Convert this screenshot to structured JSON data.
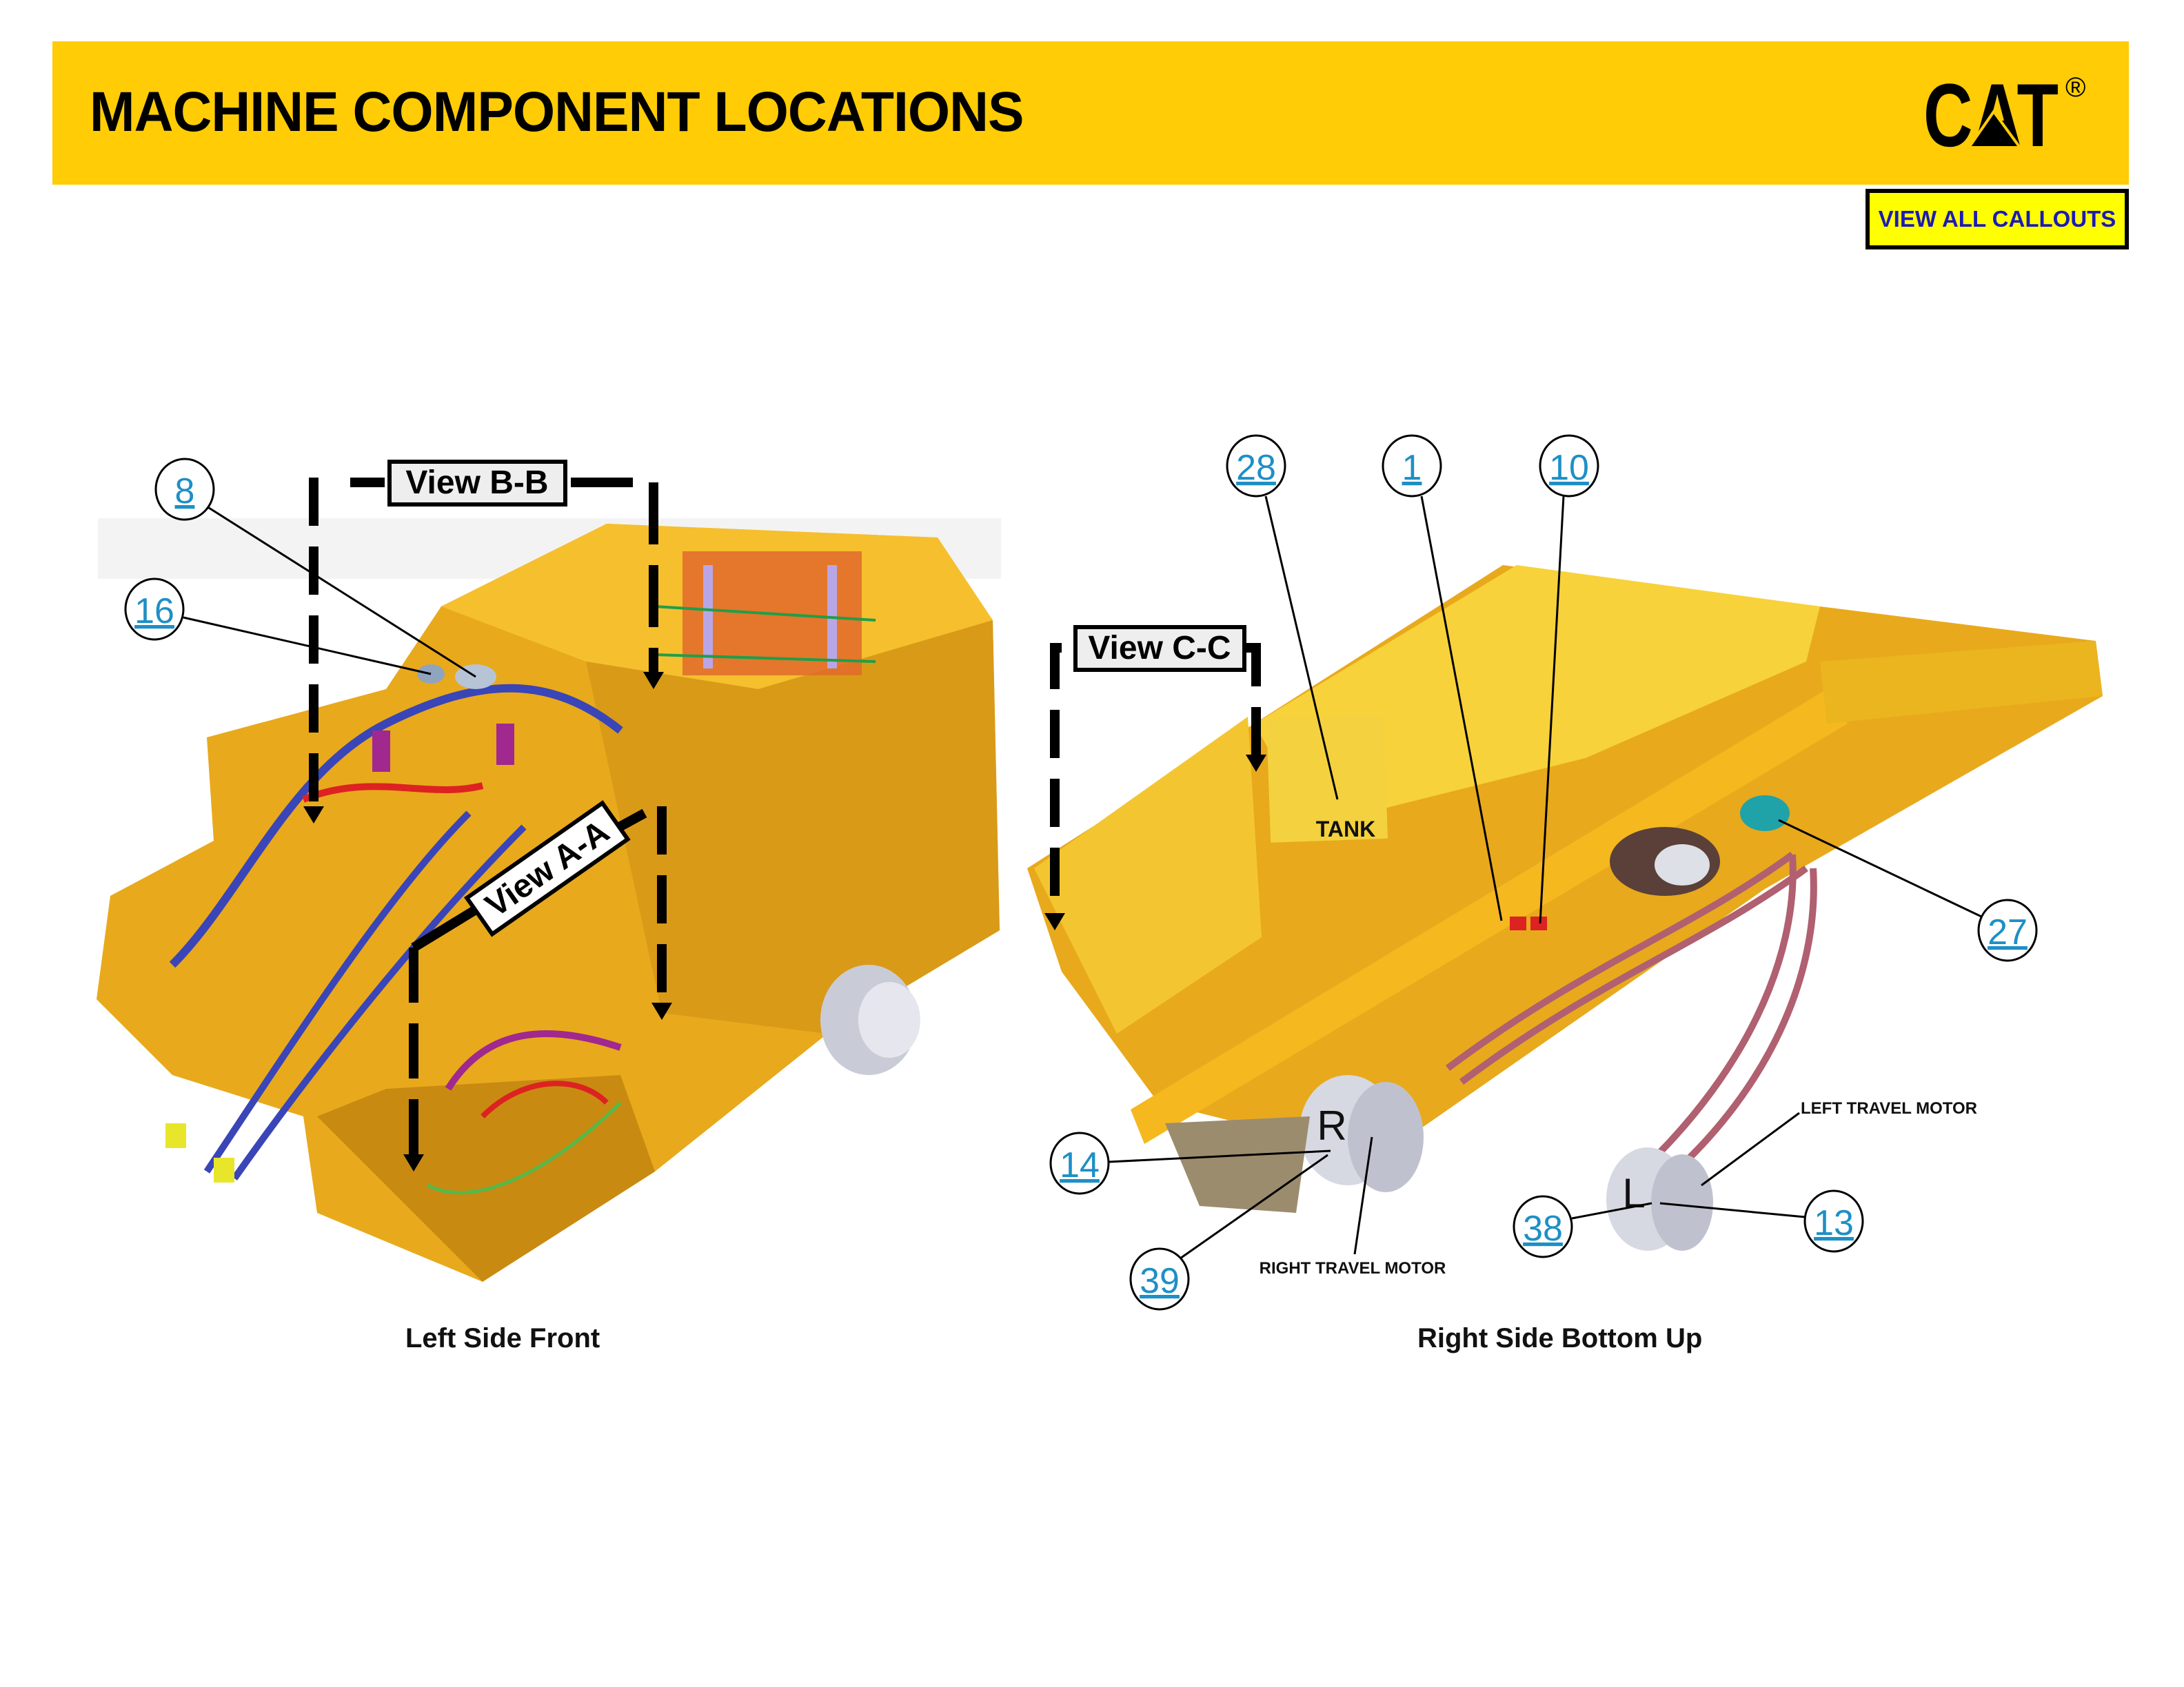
{
  "header": {
    "title": "MACHINE COMPONENT LOCATIONS",
    "brand": "CAT",
    "registered_mark": "®",
    "brand_color": "#FFCC05"
  },
  "toolbar": {
    "view_all_callouts_label": "VIEW ALL CALLOUTS",
    "button_bg": "#FFFF00",
    "button_text_color": "#1B1BB5"
  },
  "left_view": {
    "caption": "Left Side Front",
    "section_views": [
      "View B-B",
      "View A-A"
    ],
    "callouts": [
      "8",
      "16"
    ]
  },
  "right_view": {
    "caption": "Right Side Bottom Up",
    "section_views": [
      "View C-C"
    ],
    "labels": {
      "tank": "TANK",
      "right_travel_motor": "RIGHT TRAVEL MOTOR",
      "left_travel_motor": "LEFT TRAVEL MOTOR",
      "right_marker": "R",
      "left_marker": "L"
    },
    "callouts": [
      "28",
      "1",
      "10",
      "27",
      "14",
      "39",
      "38",
      "13"
    ]
  },
  "colors": {
    "callout_link": "#1E8FC6",
    "machine_yellow": "#F2B418"
  }
}
